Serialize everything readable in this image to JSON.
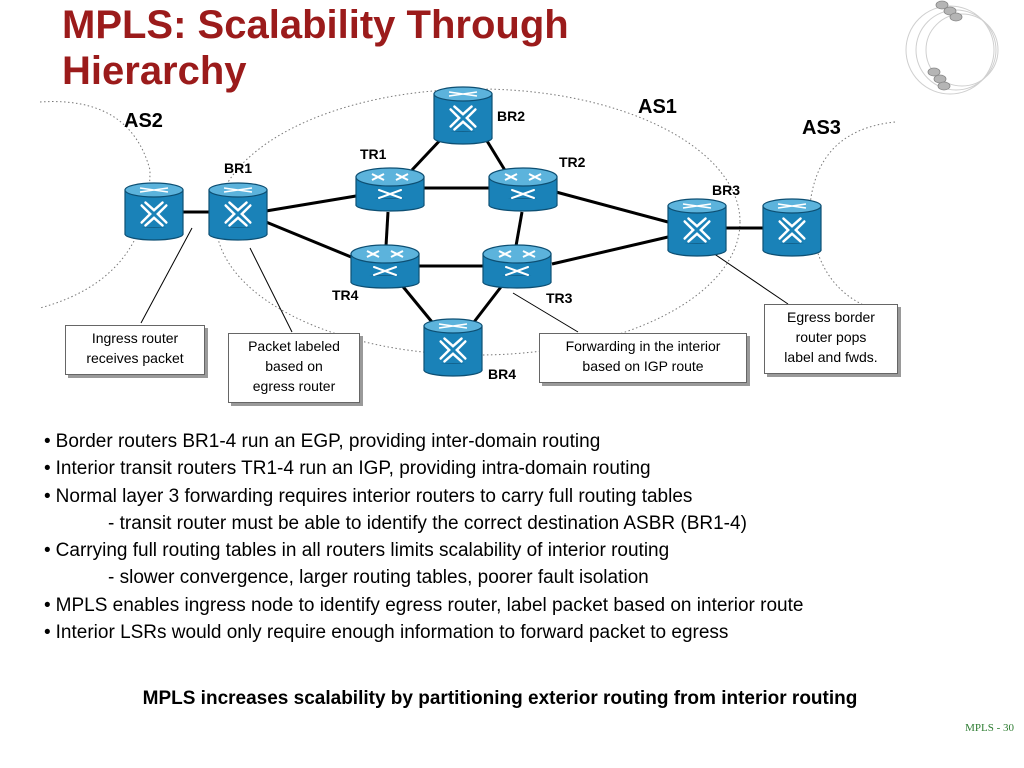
{
  "slide": {
    "title_line1": "MPLS:  Scalability Through",
    "title_line2": "Hierarchy",
    "footer": "MPLS - 30",
    "conclusion": "MPLS increases scalability by partitioning exterior routing from interior routing"
  },
  "diagram": {
    "as_labels": {
      "as1": "AS1",
      "as2": "AS2",
      "as3": "AS3"
    },
    "router_labels": {
      "br1": "BR1",
      "br2": "BR2",
      "br3": "BR3",
      "br4": "BR4",
      "tr1": "TR1",
      "tr2": "TR2",
      "tr3": "TR3",
      "tr4": "TR4"
    },
    "callouts": {
      "ingress": [
        "Ingress router",
        "receives packet"
      ],
      "labeled": [
        "Packet labeled",
        "based on",
        "egress router"
      ],
      "forwarding": [
        "Forwarding in the interior",
        "based on IGP route"
      ],
      "egress": [
        "Egress border",
        "router pops",
        "label and fwds."
      ]
    },
    "colors": {
      "router": "#1a82b8",
      "router_top": "#5cb3dc",
      "title": "#9b1b1b"
    }
  },
  "bullets": [
    {
      "text": "Border routers BR1-4 run an EGP, providing inter-domain routing",
      "level": 1
    },
    {
      "text": "Interior transit routers TR1-4 run an IGP, providing intra-domain routing",
      "level": 1
    },
    {
      "text": "Normal layer 3 forwarding requires interior routers to carry full routing tables",
      "level": 1
    },
    {
      "text": "- transit router must be able to identify the correct destination ASBR (BR1-4)",
      "level": 2
    },
    {
      "text": "Carrying full routing tables in all routers limits scalability of interior routing",
      "level": 1
    },
    {
      "text": "- slower convergence, larger routing tables, poorer fault isolation",
      "level": 2
    },
    {
      "text": "MPLS enables ingress node to identify egress router, label packet based on interior route",
      "level": 1
    },
    {
      "text": "Interior LSRs would only require enough information to forward packet to egress",
      "level": 1
    }
  ]
}
